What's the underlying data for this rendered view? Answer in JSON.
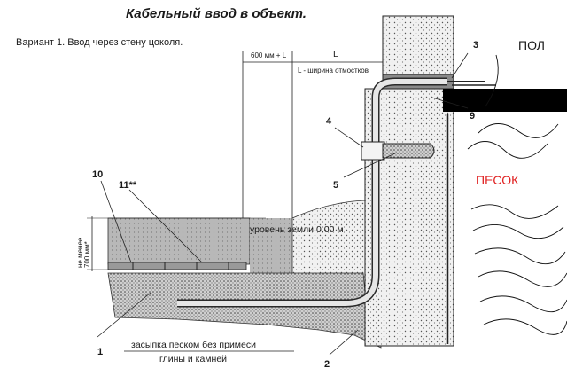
{
  "title": "Кабельный ввод в объект.",
  "subtitle": "Вариант 1. Ввод через стену цоколя.",
  "dimensions": {
    "offset_label": "600 мм + L",
    "l_label": "L",
    "l_description": "L - ширина отмостков",
    "depth_label_line1": "не менее",
    "depth_label_line2": "700 мм*"
  },
  "ground_level": "уровень земли 0.00 м",
  "backfill_note_line1": "засыпка песком без примеси",
  "backfill_note_line2": "глины и камней",
  "callouts": {
    "c1": "1",
    "c2": "2",
    "c3": "3",
    "c4": "4",
    "c5": "5",
    "c9": "9",
    "c10": "10",
    "c11": "11**"
  },
  "annotations": {
    "floor": "ПОЛ",
    "sand": "ПЕСОК"
  },
  "colors": {
    "ink": "#1a1a1a",
    "soil": "#bdbdbd",
    "sand_fill": "#dcdcdc",
    "wall": "#eeeeee",
    "slab": "#000000",
    "red_note": "#e02020"
  }
}
